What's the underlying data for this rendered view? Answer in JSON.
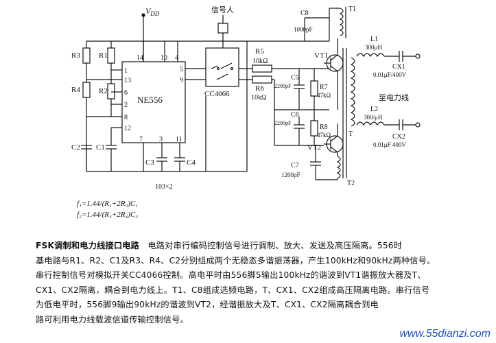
{
  "diagram": {
    "ic_main": "NE556",
    "ic_switch": "CC4066",
    "vdd": "V",
    "vdd_sub": "DD",
    "signal_in": "信号人",
    "pins": {
      "p14": "14",
      "p10": "10",
      "p4": "4",
      "p1": "1",
      "p13": "13",
      "p6": "6",
      "p2": "2",
      "p8": "8",
      "p12": "12",
      "p5": "5",
      "p9": "9",
      "p7": "7",
      "p3": "3",
      "p11": "11"
    },
    "resistors": {
      "r1": "R1",
      "r2": "R2",
      "r3": "R3",
      "r4": "R4",
      "r5": "R5",
      "r5v": "10kΩ",
      "r6": "R6",
      "r6v": "10kΩ",
      "r7": "R7",
      "r7v": "47kΩ",
      "r8": "R8",
      "r8v": "47kΩ"
    },
    "capacitors": {
      "c1": "C1",
      "c2": "C2",
      "c3": "C3",
      "c4": "C4",
      "c5": "C5",
      "c5v": "2200pF",
      "c6": "C6",
      "c6v": "2200pF",
      "c7": "C7",
      "c7v": "1200pF",
      "c8": "C8",
      "c8v": "1000pF",
      "cx1": "CX1",
      "cx1v": "0.01μF/400V",
      "cx2": "CX2",
      "cx2v": "0.01μF 400V"
    },
    "inductors": {
      "l1": "L1",
      "l1v": "300μH",
      "l2": "L2",
      "l2v": "300/μH"
    },
    "transistors": {
      "vt1": "VT1",
      "vt2": "VT2"
    },
    "transformers": {
      "t1": "T1",
      "t": "T",
      "t2": "T2"
    },
    "powerline": "至电力线",
    "c_note": "103×2",
    "f1": "f₁=1.44/(R₁+2R₂)C₁",
    "f2": "f₂=1.44/(R₃+2R₄)C₂"
  },
  "caption": {
    "title": "FSK调制和电力线接口电路",
    "line1_rest": "　电路对串行编码控制信号进行调制、放大、发送及高压隔离。556时",
    "line2": "基电路与R1、R2、C1及R3、R4、C2分别组成两个无稳态多谐振荡器，产生100kHz和90kHz两种信号。",
    "line3": "串行控制信号对模拟开关CC4066控制。高电平时由556脚5输出100kHz的谐波到VT1谐振放大器及T、",
    "line4": "CX1、CX2隔离，耦合到电力线上。T1、C8组成选频电路，T、CX1、CX2组成高压隔离电路。串行信号",
    "line5": "为低电平时，556脚9输出90kHz的谐波到VT2，经谐振放大及T、CX1、CX2隔离耦合到电",
    "line6": "路可利用电力线载波信道传输控制信号。"
  },
  "watermark": "www.55dianzi.com"
}
